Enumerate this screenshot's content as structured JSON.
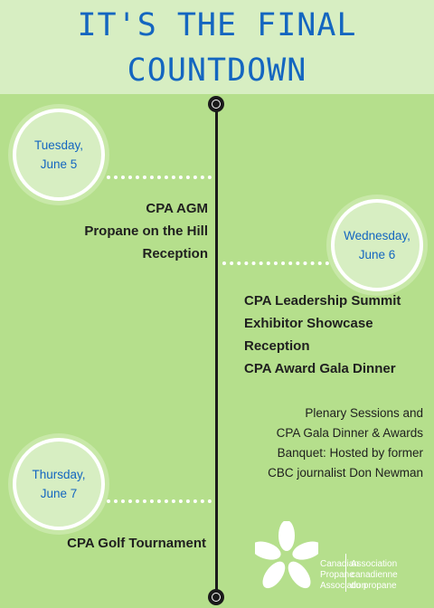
{
  "title": {
    "line1": "IT'S THE FINAL",
    "line2": "COUNTDOWN"
  },
  "days": [
    {
      "line1": "Tuesday,",
      "line2": "June 5"
    },
    {
      "line1": "Wednesday,",
      "line2": "June 6"
    },
    {
      "line1": "Thursday,",
      "line2": "June 7"
    }
  ],
  "events": {
    "tuesday": [
      "CPA AGM",
      "Propane on the Hill",
      "Reception"
    ],
    "wednesday": [
      "CPA Leadership Summit",
      "Exhibitor Showcase",
      "Reception",
      "CPA Award Gala Dinner"
    ],
    "thursday": [
      "CPA Golf Tournament"
    ]
  },
  "plenary": [
    "Plenary Sessions and",
    "CPA Gala Dinner & Awards",
    "Banquet: Hosted by former",
    "CBC journalist Don Newman"
  ],
  "logo": {
    "en": [
      "Canadian",
      "Propane",
      "Association"
    ],
    "fr": [
      "Association",
      "canadienne",
      "du propane"
    ]
  },
  "colors": {
    "background": "#b5df8c",
    "header": "#d7eec2",
    "title": "#1466c0",
    "text": "#1f1f1f"
  }
}
